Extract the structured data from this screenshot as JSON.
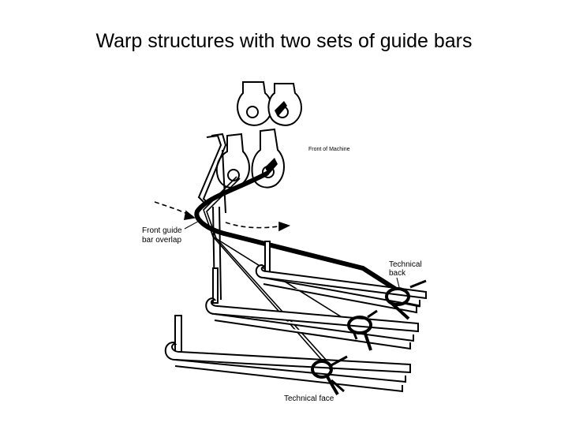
{
  "slide": {
    "title": "Warp structures with two sets of guide bars"
  },
  "diagram": {
    "labels": {
      "front_of_machine": "Front of Machine",
      "front_guide_line1": "Front guide",
      "front_guide_line2": "bar overlap",
      "technical_back_line1": "Technical",
      "technical_back_line2": "back",
      "technical_face": "Technical face"
    },
    "colors": {
      "ink": "#000000",
      "paper": "#ffffff"
    }
  }
}
